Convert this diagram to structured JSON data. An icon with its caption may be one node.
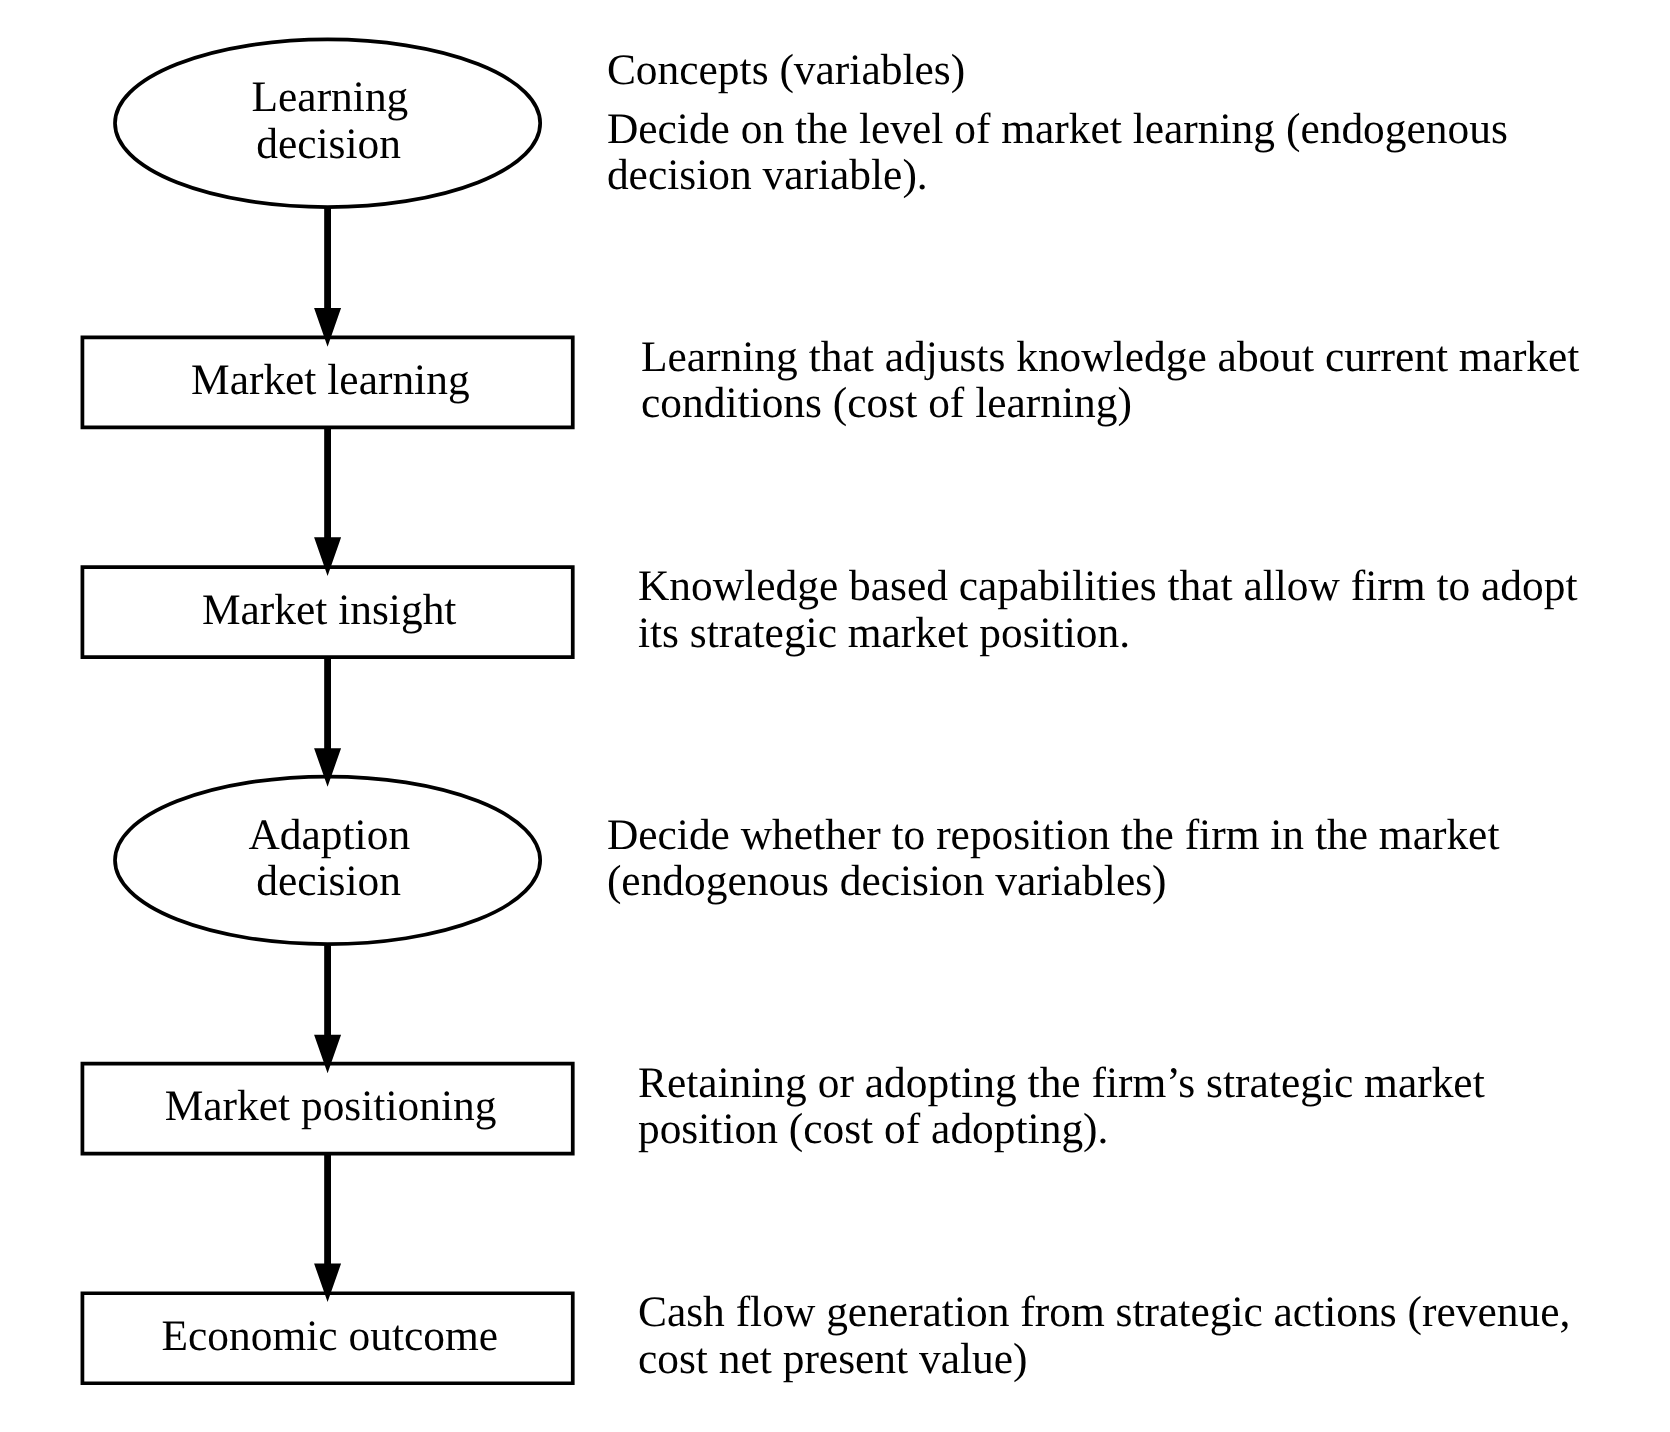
{
  "diagram": {
    "nodes": [
      {
        "text": [
          "Learning decision"
        ],
        "beside": [
          "Decide on the level of market learning (endogenous decision variable)."
        ]
      },
      {
        "text": [
          "Market learning"
        ],
        "beside": [
          "Learning that adjusts knowledge about current market conditions (cost of learning)"
        ]
      },
      {
        "text": [
          "Market insight"
        ],
        "beside": [
          "Knowledge based capabilities that allow firm to adopt its strategic market position."
        ]
      },
      {
        "text": [
          "Adaption decision"
        ],
        "beside": [
          "Decide whether to reposition the firm in the market (endogenous decision variables)"
        ]
      },
      {
        "text": [
          "Market positioning"
        ],
        "beside": [
          "Retaining or adopting the firm’s strategic market position (cost of adopting)."
        ]
      },
      {
        "text": [
          "Economic outcome"
        ],
        "beside": [
          "Cash flow generation from strategic actions (revenue, cost net present value)"
        ]
      }
    ],
    "edges": [
      {
        "from": 0,
        "to": 1,
        "arrow": "to"
      },
      {
        "from": 1,
        "to": 2,
        "arrow": "to"
      },
      {
        "from": 2,
        "to": 3,
        "arrow": "to"
      },
      {
        "from": 3,
        "to": 4,
        "arrow": "to"
      },
      {
        "from": 4,
        "to": 5,
        "arrow": "to"
      }
    ],
    "labels": [
      "Concepts (variables)"
    ]
  }
}
